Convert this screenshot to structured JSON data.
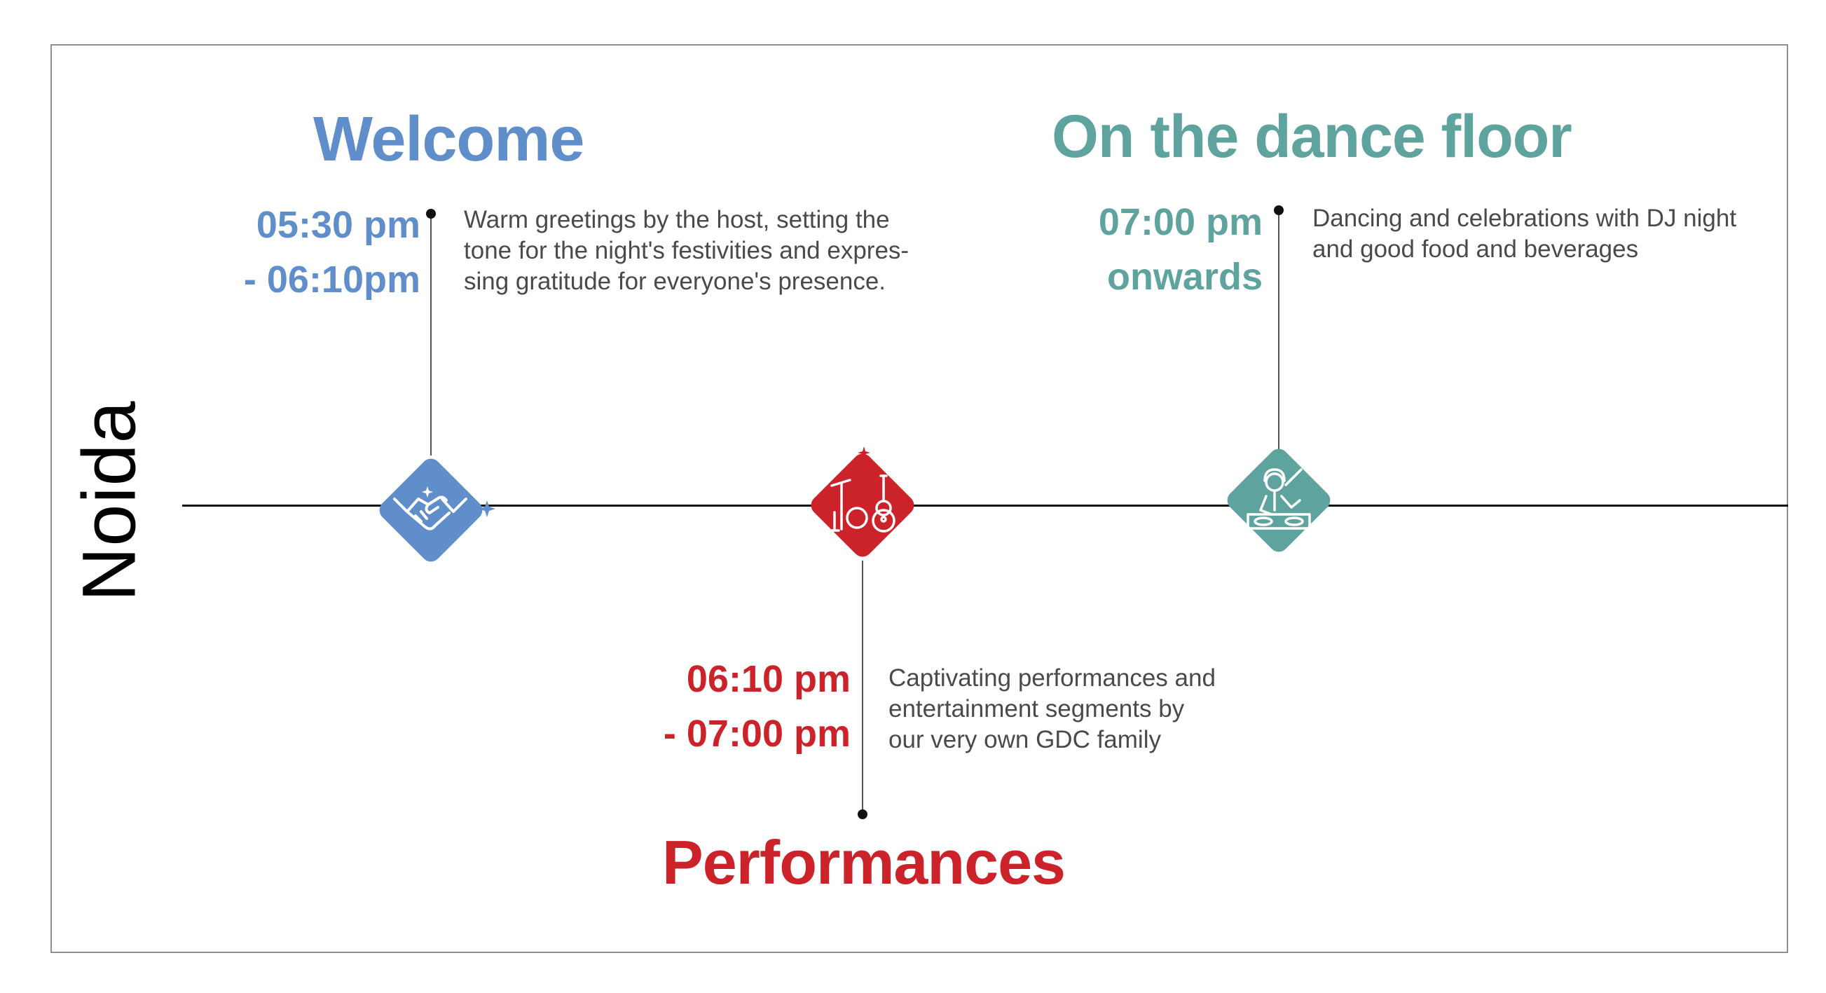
{
  "location": "Noida",
  "colors": {
    "welcome": "#5f8ecb",
    "performances": "#cc2229",
    "dance": "#5fa39e"
  },
  "events": {
    "welcome": {
      "title": "Welcome",
      "time_line1": "05:30 pm",
      "time_line2": "- 06:10pm",
      "desc_lines": [
        "Warm greetings by the host, setting the",
        "tone for the night's festivities and expres-",
        "sing gratitude for everyone's presence."
      ],
      "icon": "handshake-icon"
    },
    "performances": {
      "title": "Performances",
      "time_line1": "06:10 pm",
      "time_line2": "- 07:00 pm",
      "desc_lines": [
        "Captivating performances and",
        "entertainment segments by",
        "our very own GDC family"
      ],
      "icon": "music-instruments-icon"
    },
    "dance": {
      "title": "On the dance floor",
      "time_line1": "07:00 pm",
      "time_line2": "onwards",
      "desc_lines": [
        "Dancing and celebrations with DJ night",
        "and good food and beverages"
      ],
      "icon": "dj-icon"
    }
  }
}
